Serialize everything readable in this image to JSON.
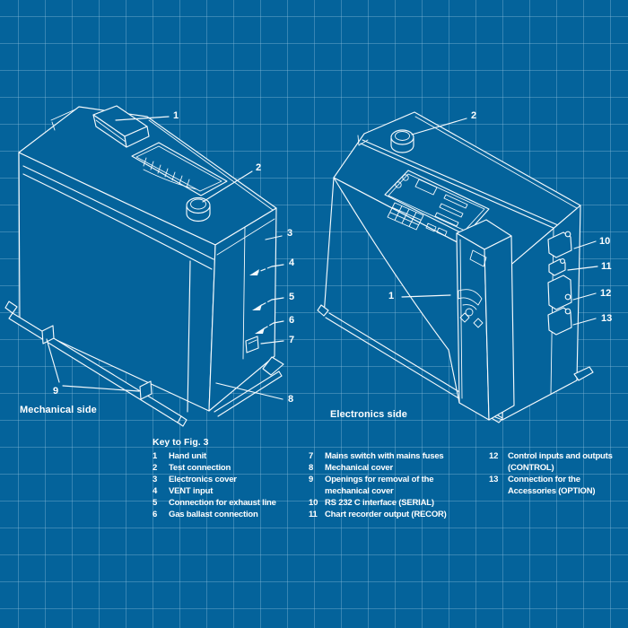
{
  "colors": {
    "background": "#04639b",
    "grid_line": "#3a82b0",
    "line": "#ffffff",
    "text": "#ffffff"
  },
  "views": {
    "mechanical": {
      "label": "Mechanical side",
      "callouts": [
        "1",
        "2",
        "3",
        "4",
        "5",
        "6",
        "7",
        "8",
        "9"
      ]
    },
    "electronics": {
      "label": "Electronics side",
      "callouts": [
        "1",
        "2",
        "10",
        "11",
        "12",
        "13"
      ]
    }
  },
  "key": {
    "title": "Key to Fig. 3",
    "col1": [
      {
        "n": "1",
        "t": "Hand unit"
      },
      {
        "n": "2",
        "t": "Test connection"
      },
      {
        "n": "3",
        "t": "Electronics cover"
      },
      {
        "n": "4",
        "t": "VENT input"
      },
      {
        "n": "5",
        "t": "Connection for exhaust line"
      },
      {
        "n": "6",
        "t": "Gas ballast connection"
      }
    ],
    "col2": [
      {
        "n": "7",
        "t": "Mains switch with mains fuses"
      },
      {
        "n": "8",
        "t": "Mechanical cover"
      },
      {
        "n": "9",
        "t": "Openings for removal of the"
      },
      {
        "n": "",
        "t": "mechanical cover"
      },
      {
        "n": "10",
        "t": "RS 232 C interface (SERIAL)"
      },
      {
        "n": "11",
        "t": "Chart recorder output (RECOR)"
      }
    ],
    "col3": [
      {
        "n": "12",
        "t": "Control inputs and outputs"
      },
      {
        "n": "",
        "t": "(CONTROL)"
      },
      {
        "n": "13",
        "t": "Connection for the"
      },
      {
        "n": "",
        "t": "Accessories (OPTION)"
      }
    ]
  }
}
